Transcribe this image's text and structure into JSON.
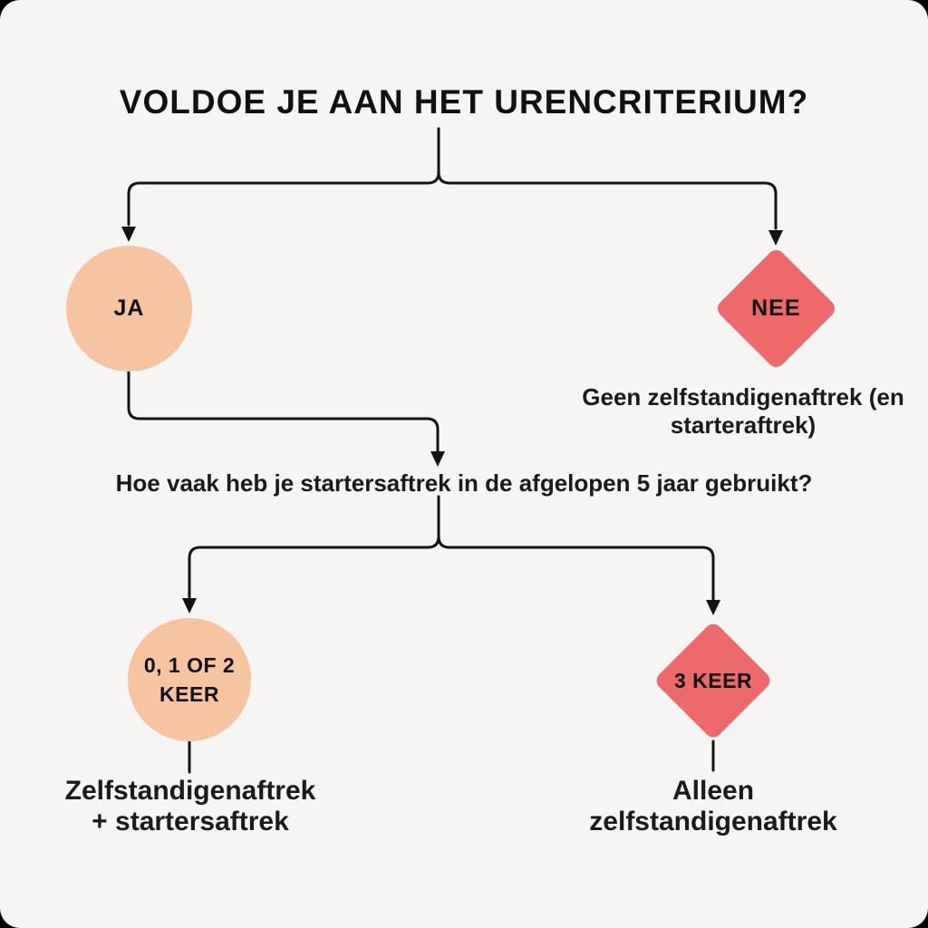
{
  "colors": {
    "background": "#F6F5F3",
    "outside_corners": "#000000",
    "yes_node_fill": "#F7C4A3",
    "no_node_fill": "#EC6A6B",
    "line_color": "#131313",
    "text_color": "#1A1A1A"
  },
  "flowchart": {
    "title": "VOLDOE JE AAN HET URENCRITERIUM?",
    "branch1": {
      "yes_node": {
        "label": "JA",
        "shape": "circle"
      },
      "no_node": {
        "label": "NEE",
        "shape": "diamond"
      },
      "no_outcome": {
        "line1": "Geen zelfstandigenaftrek (en",
        "line2": "starteraftrek)"
      }
    },
    "question2": "Hoe vaak heb je startersaftrek in de afgelopen 5 jaar gebruikt?",
    "branch2": {
      "left_node": {
        "label_line1": "0, 1 OF 2",
        "label_line2": "KEER",
        "shape": "circle"
      },
      "right_node": {
        "label": "3 KEER",
        "shape": "diamond"
      },
      "left_outcome": {
        "line1": "Zelfstandigenaftrek",
        "line2": "+ startersaftrek"
      },
      "right_outcome": {
        "line1": "Alleen",
        "line2": "zelfstandigenaftrek"
      }
    }
  }
}
